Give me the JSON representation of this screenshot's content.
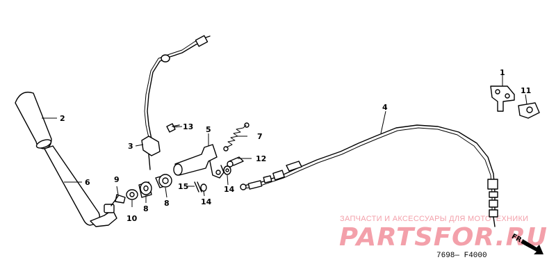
{
  "callouts": {
    "c1": "1",
    "c2": "2",
    "c3": "3",
    "c4": "4",
    "c5": "5",
    "c6": "6",
    "c7": "7",
    "c8a": "8",
    "c8b": "8",
    "c9": "9",
    "c10": "10",
    "c11": "11",
    "c12": "12",
    "c13": "13",
    "c14a": "14",
    "c14b": "14",
    "c15": "15"
  },
  "watermark": {
    "caption": "ЗАПЧАСТИ И АКСЕССУАРЫ ДЛЯ МОТОТЕХНИКИ",
    "brand": "PARTSFOR.RU",
    "color": "#f3a0aa"
  },
  "direction_label": "FR.",
  "diagram_code": "7698— F4000"
}
